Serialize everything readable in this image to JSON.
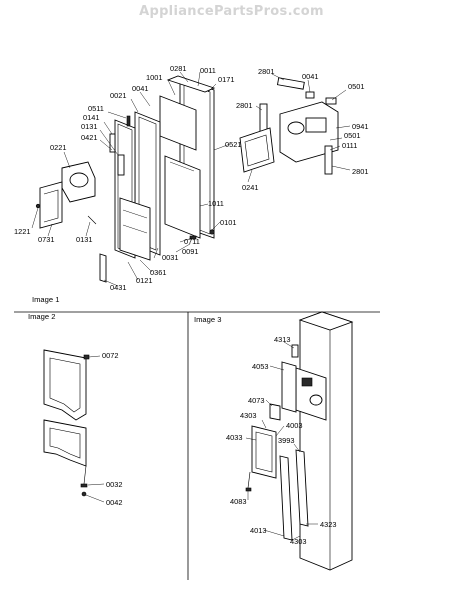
{
  "watermark": "AppliancePartsPros.com",
  "sections": {
    "image1": "Image 1",
    "image2": "Image 2",
    "image3": "Image 3"
  },
  "image1_labels": [
    "0281",
    "0011",
    "1001",
    "0171",
    "0041",
    "0021",
    "0511",
    "0141",
    "0131",
    "0421",
    "0221",
    "1221",
    "0731",
    "0131",
    "0521",
    "0241",
    "1011",
    "0101",
    "0711",
    "0091",
    "0031",
    "0361",
    "0121",
    "0431",
    "2801",
    "0041",
    "0501",
    "2801",
    "0941",
    "0501",
    "0111",
    "2801"
  ],
  "image2_labels": [
    "0072",
    "0032",
    "0042"
  ],
  "image3_labels": [
    "4313",
    "4053",
    "4073",
    "4303",
    "4033",
    "4003",
    "3993",
    "4083",
    "4013",
    "4303",
    "4323"
  ]
}
